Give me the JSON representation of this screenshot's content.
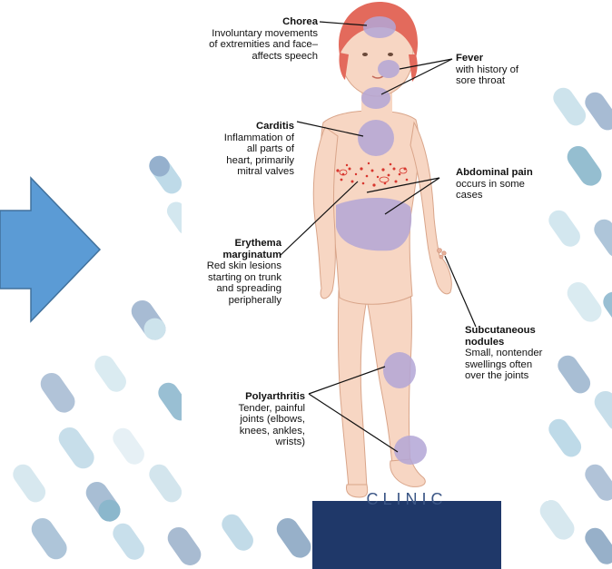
{
  "illustration": {
    "subject": "child-figure",
    "colors": {
      "arrow": "#5b9bd5",
      "arrow_stroke": "#41719c",
      "skin": "#f7d6c3",
      "affected_area": "#b3a6d6",
      "hair": "#e36a5c",
      "panel": "#1f3869"
    },
    "labels": {
      "chorea": {
        "title": "Chorea",
        "desc": "Involuntary movements\nof extremities and face–\naffects speech"
      },
      "fever": {
        "title": "Fever",
        "desc": "with history of\nsore throat"
      },
      "carditis": {
        "title": "Carditis",
        "desc": "Inflammation of\nall parts of\nheart, primarily\nmitral valves"
      },
      "abdominal_pain": {
        "title": "Abdominal pain",
        "desc": "occurs in some\ncases"
      },
      "erythema": {
        "title": "Erythema\nmarginatum",
        "desc": "Red skin lesions\nstarting on trunk\nand spreading\nperipherally"
      },
      "nodules": {
        "title": "Subcutaneous\nnodules",
        "desc": "Small, nontender\nswellings often\nover the joints"
      },
      "polyarthritis": {
        "title": "Polyarthritis",
        "desc": "Tender, painful\njoints (elbows,\nknees, ankles,\nwrists)"
      }
    }
  },
  "footer": {
    "text": "CLINIC"
  }
}
